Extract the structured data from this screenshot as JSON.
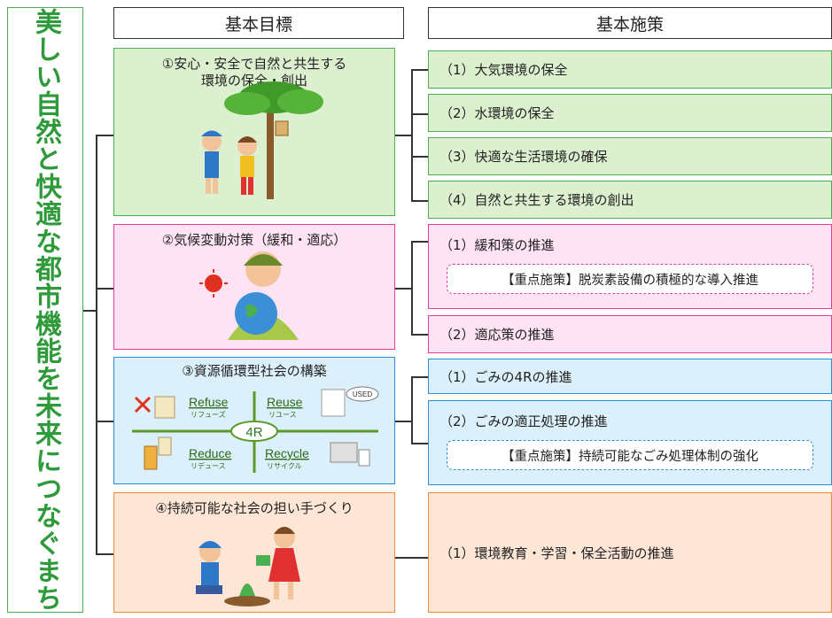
{
  "vision": "美しい自然と快適な都市機能を未来につなぐまち",
  "headers": {
    "goals": "基本目標",
    "policies": "基本施策"
  },
  "goals": [
    {
      "title_line1": "①安心・安全で自然と共生する",
      "title_line2": "環境の保全・創出"
    },
    {
      "title_line1": "②気候変動対策（緩和・適応）"
    },
    {
      "title_line1": "③資源循環型社会の構築",
      "r4": {
        "center": "4R",
        "refuse": "Refuse",
        "refuse_kana": "リフューズ",
        "reuse": "Reuse",
        "reuse_kana": "リユース",
        "reduce": "Reduce",
        "reduce_kana": "リデュース",
        "recycle": "Recycle",
        "recycle_kana": "リサイクル",
        "used": "USED"
      }
    },
    {
      "title_line1": "④持続可能な社会の担い手づくり"
    }
  ],
  "policies": {
    "g1": [
      "（1）大気環境の保全",
      "（2）水環境の保全",
      "（3）快適な生活環境の確保",
      "（4）自然と共生する環境の創出"
    ],
    "g2": {
      "p1": "（1）緩和策の推進",
      "p1_priority": "【重点施策】脱炭素設備の積極的な導入推進",
      "p2": "（2）適応策の推進"
    },
    "g3": {
      "p1": "（1）ごみの4Rの推進",
      "p2": "（2）ごみの適正処理の推進",
      "p2_priority": "【重点施策】持続可能なごみ処理体制の強化"
    },
    "g4": {
      "p1": "（1）環境教育・学習・保全活動の推進"
    }
  },
  "colors": {
    "green_fill": "#dcf0cf",
    "green_border": "#4caf50",
    "pink_fill": "#fde3f3",
    "pink_border": "#e0409a",
    "blue_fill": "#dcf0fb",
    "blue_border": "#2b8fd6",
    "orange_fill": "#fde6d6",
    "orange_border": "#f08a3c"
  }
}
